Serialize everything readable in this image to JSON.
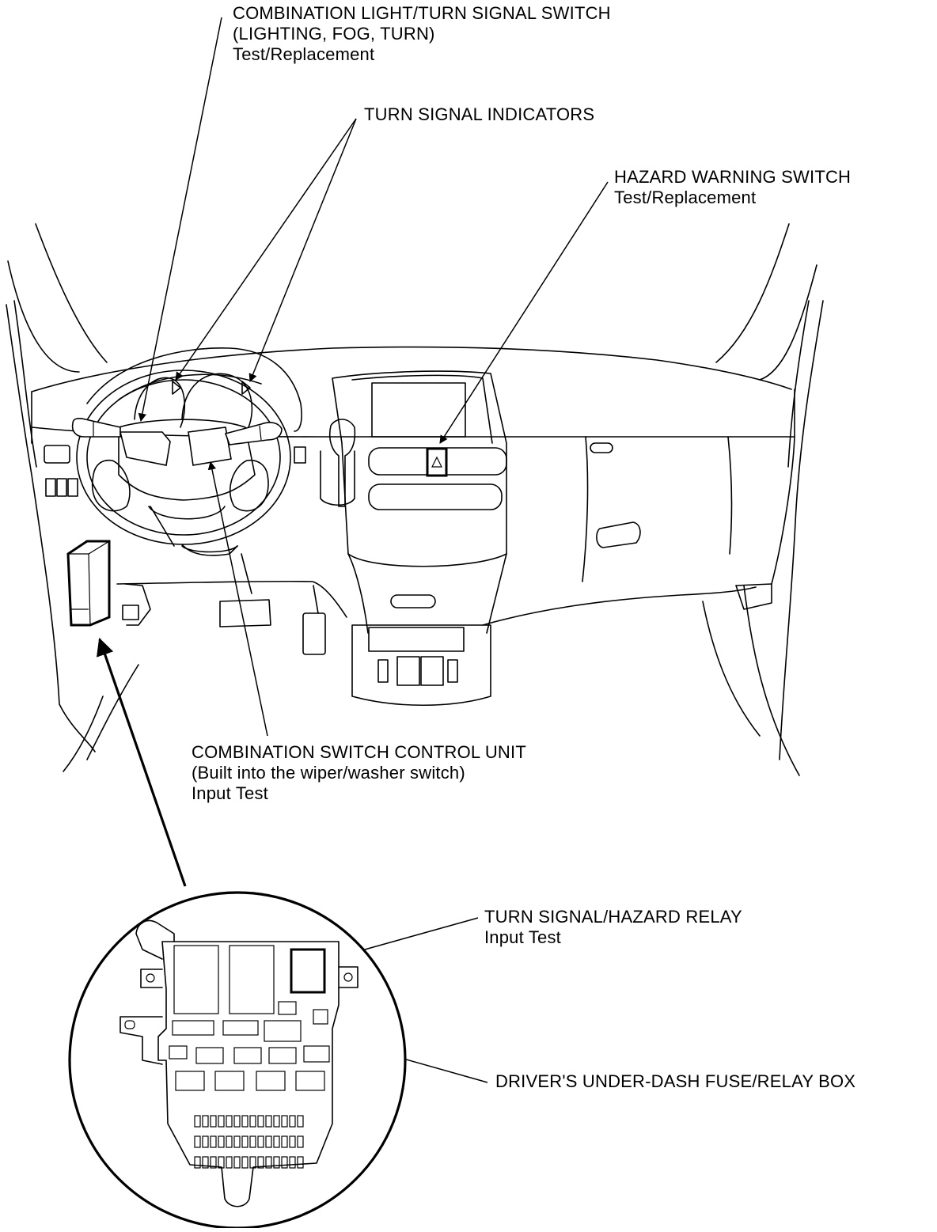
{
  "labels": {
    "combination_light_switch": {
      "line1": "COMBINATION LIGHT/TURN SIGNAL SWITCH",
      "line2": "(LIGHTING, FOG, TURN)",
      "line3": "Test/Replacement"
    },
    "turn_signal_indicators": {
      "line1": "TURN SIGNAL INDICATORS"
    },
    "hazard_warning_switch": {
      "line1": "HAZARD WARNING SWITCH",
      "line2": "Test/Replacement"
    },
    "combination_switch_control_unit": {
      "line1": "COMBINATION SWITCH CONTROL UNIT",
      "line2": "(Built into the wiper/washer switch)",
      "line3": "Input Test"
    },
    "turn_signal_hazard_relay": {
      "line1": "TURN SIGNAL/HAZARD RELAY",
      "line2": "Input Test"
    },
    "fuse_relay_box": {
      "line1": "DRIVER'S UNDER-DASH FUSE/RELAY BOX"
    }
  }
}
